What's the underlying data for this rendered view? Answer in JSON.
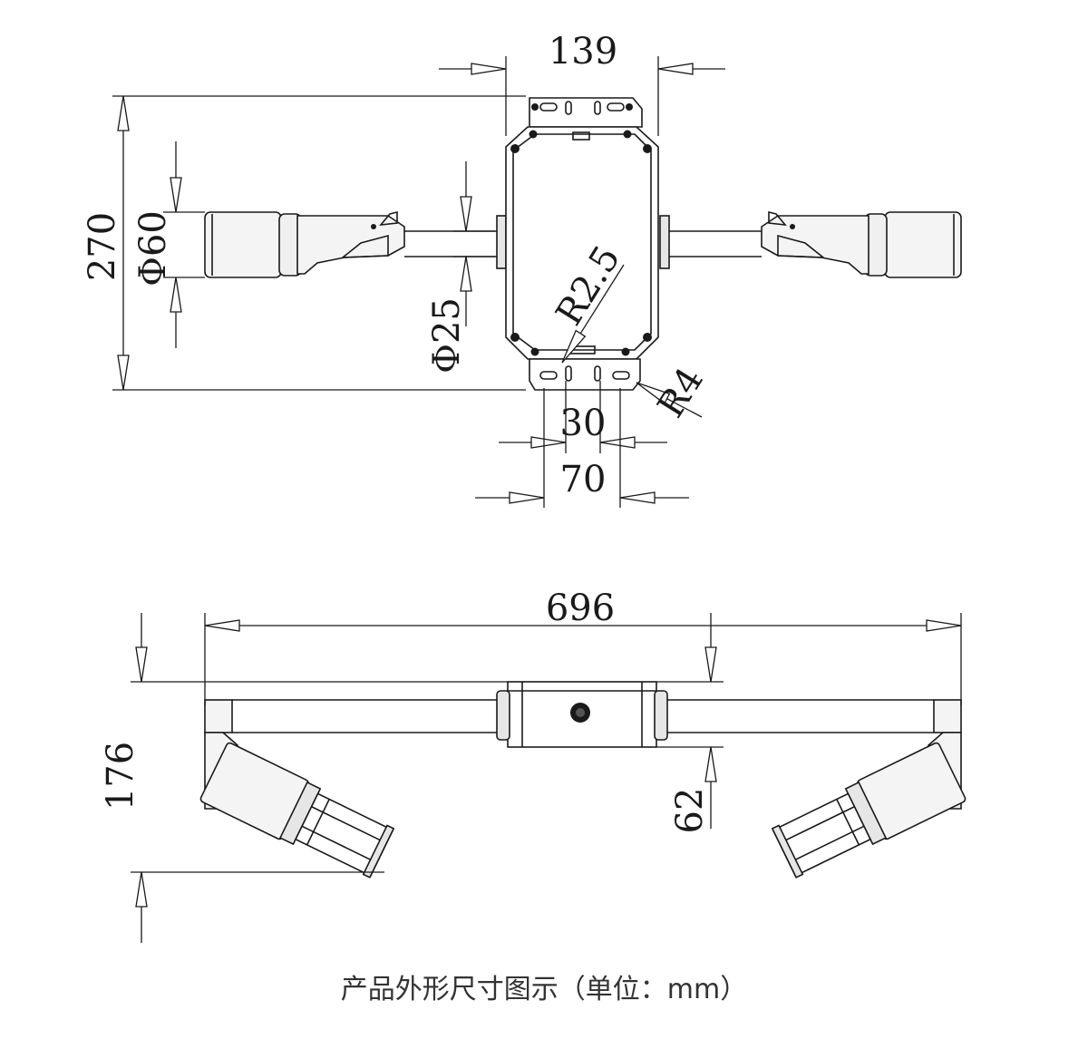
{
  "colors": {
    "line": "#1a1a1a",
    "fill_light": "#f4f4f4",
    "fill_mid": "#e6e6e6",
    "background": "#ffffff"
  },
  "top_view": {
    "dimensions": {
      "width_139": "139",
      "height_270": "270",
      "dia_60": "Φ60",
      "dia_25": "Φ25",
      "radius_2_5": "R2.5",
      "radius_4": "R4",
      "spacing_30": "30",
      "width_70": "70"
    }
  },
  "bottom_view": {
    "dimensions": {
      "length_696": "696",
      "height_176": "176",
      "offset_62": "62"
    }
  },
  "caption": "产品外形尺寸图示（单位：mm）"
}
